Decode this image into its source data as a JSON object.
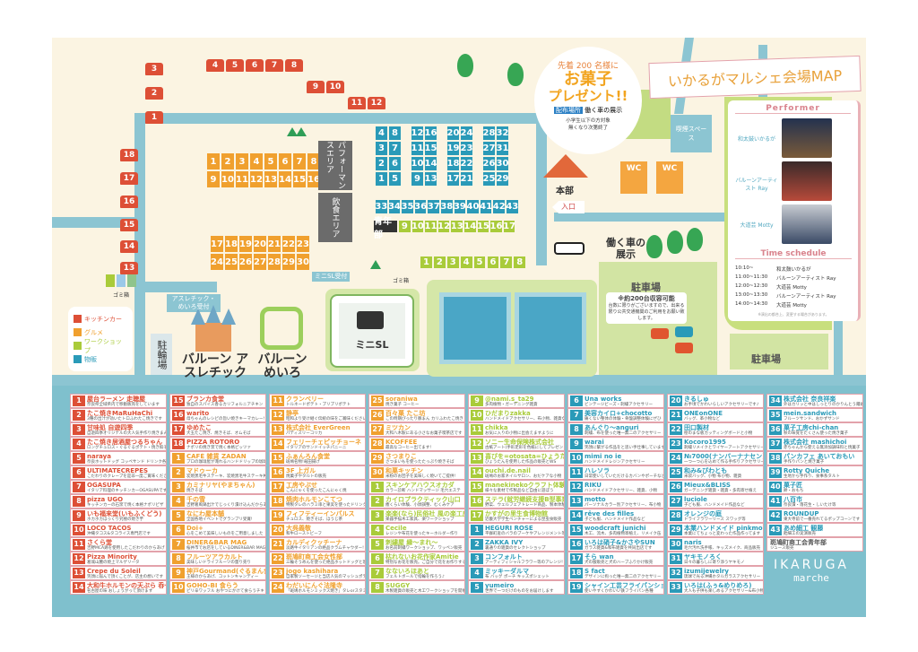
{
  "colors": {
    "kitchen": "#dd4f36",
    "gourmet": "#f0a02e",
    "workshop": "#a9cb3a",
    "goods": "#2a9ab8"
  },
  "title": "いかるがマルシェ会場MAP",
  "promo": {
    "line1": "先着 200 名様に",
    "line2": "お菓子",
    "line3": "プレゼント!!",
    "place_label": "配布場所",
    "place": "働く車の展示",
    "note1": "小学生以下の方対象",
    "note2": "無くなり次第終了"
  },
  "smoking": "喫煙スペース",
  "hq": "本部",
  "wc": [
    "WC",
    "WC"
  ],
  "entrance": "入口",
  "work_car": "働く車の展示",
  "parking": {
    "label": "駐車場",
    "capacity": "※約200台収容可能",
    "note": "台数に限りがございますので、出来る限り公共交通機関のご利用をお願い致します。",
    "label2": "駐車場"
  },
  "areas": {
    "performance": "パフォーマンスエリア",
    "food": "飲食エリア",
    "youth": "青年部",
    "minisl_reception": "ミニSL受付",
    "athletic_reception": "アスレチック・めいろ受付",
    "trash": "ゴミ箱",
    "trash2": "ゴミ箱",
    "bike": "駐輪場",
    "athletic": "バルーン アスレチック",
    "maze": "バルーン めいろ",
    "minisl": "ミニSL"
  },
  "legend": [
    "キッチンカー",
    "グルメ",
    "ワークショップ",
    "物販"
  ],
  "kitchen_trucks": [
    "1",
    "2",
    "3",
    "4",
    "5",
    "6",
    "7",
    "8",
    "9",
    "10",
    "11",
    "12",
    "13",
    "14",
    "15",
    "16",
    "17",
    "18"
  ],
  "gourmet_top": [
    "1",
    "2",
    "3",
    "4",
    "5",
    "6",
    "7",
    "8",
    "9",
    "10",
    "11",
    "12",
    "13",
    "14",
    "15",
    "16"
  ],
  "gourmet_bottom": [
    "17",
    "18",
    "19",
    "20",
    "21",
    "22",
    "23",
    "24",
    "25",
    "26",
    "27",
    "28",
    "29",
    "30"
  ],
  "goods_grid": [
    [
      "4",
      "8",
      "12",
      "16",
      "20",
      "24",
      "28",
      "32"
    ],
    [
      "3",
      "7",
      "11",
      "15",
      "19",
      "23",
      "27",
      "31"
    ],
    [
      "2",
      "6",
      "10",
      "14",
      "18",
      "22",
      "26",
      "30"
    ],
    [
      "1",
      "5",
      "9",
      "13",
      "17",
      "21",
      "25",
      "29"
    ]
  ],
  "goods_row": [
    "33",
    "34",
    "35",
    "36",
    "37",
    "38",
    "39",
    "40",
    "41",
    "42",
    "43"
  ],
  "workshop_row1": [
    "9",
    "10",
    "11",
    "12",
    "13",
    "14",
    "15",
    "16",
    "17"
  ],
  "workshop_row2": [
    "1",
    "2",
    "3",
    "4",
    "5",
    "6",
    "7",
    "8"
  ],
  "performer": {
    "title": "Performer",
    "items": [
      "和太鼓いかるが",
      "バルーンアーティスト Ray",
      "大道芸 Motty"
    ],
    "schedule_title": "Time schedule",
    "schedule": [
      [
        "10:10~",
        "和太鼓いかるが"
      ],
      [
        "11:00~11:30",
        "バルーンアーティスト Ray"
      ],
      [
        "12:00~12:30",
        "大道芸 Motty"
      ],
      [
        "13:00~13:30",
        "バルーンアーティスト Ray"
      ],
      [
        "14:00~14:30",
        "大道芸 Motty"
      ]
    ],
    "footnote": "※演出の都合上、変更する場合があります。"
  },
  "logo": {
    "name": "IKARUGA",
    "sub": "marche"
  },
  "vendors": [
    [
      [
        "k",
        "1",
        "屋台ラーメン 走聴屋",
        "奈良県全域県内で移動販売をしています"
      ],
      [
        "k",
        "2",
        "たこ焼きMaRuHaChi",
        "3種の出汁が効いたトロふわたこ焼きです"
      ],
      [
        "k",
        "3",
        "甘味処 自遊四季",
        "自遊四季オリジナルの大人気手作り焼きまん"
      ],
      [
        "k",
        "4",
        "たこ焼き居酒屋つるちゃん",
        "ロングチュロス・ぐるぐるポテト・焼き餃子等"
      ],
      [
        "k",
        "5",
        "naraya",
        "奈良ホットドッグ コッペサンド ドリンク各種"
      ],
      [
        "k",
        "6",
        "ULTIMATECREPES",
        "こだわりのクレープを是非一度ご賞味ください"
      ],
      [
        "k",
        "7",
        "OGASUPA",
        "イタリア料理のキッチンカーOGASUPAです"
      ],
      [
        "k",
        "8",
        "pizza UGO",
        "キッチンカーの石窯で焼く本格ナポリピザ"
      ],
      [
        "k",
        "9",
        "いも福来堂(いもふくどう)",
        "ホカホカほっくり究極の焼き芋"
      ],
      [
        "k",
        "10",
        "LOCO TACOS",
        "沖縄タコス&タコライス専門店です"
      ],
      [
        "k",
        "11",
        "さくら堂",
        "吉野MCA鶏を使用したこだわりのからあげ"
      ],
      [
        "k",
        "12",
        "Pizza Minority",
        "葛城山麓の焼上マルゲリータ"
      ],
      [
        "k",
        "13",
        "Crepe du Soleil",
        "笑顔に届んで頂くことが、店主の想いです"
      ],
      [
        "k",
        "14",
        "大和牛ホルモンの天ぷら 呑一",
        "名古屋の味 おしょうがって頂けます"
      ]
    ],
    [
      [
        "k",
        "15",
        "ブランカ食堂",
        "独自のスパイス香るカリフォルニアチキン"
      ],
      [
        "k",
        "16",
        "warito",
        "母ちゃんのレシピの旨い焼きキーマカレー!"
      ],
      [
        "k",
        "17",
        "ゆめたこ",
        "大玉たこ焼き、焼きそば、オムそば"
      ],
      [
        "k",
        "18",
        "PIZZA ROTORO",
        "ナポリの焼き窯で焼く本格ピッツァ"
      ],
      [
        "g",
        "1",
        "CAFÉ 雑貨 ZADAN",
        "プロの珈琲屋が淹れるハンドドリップの珈琲"
      ],
      [
        "g",
        "2",
        "マドゥーカ",
        "炭焼黒毛牛ステーキ、炭焼黒毛牛ステーキ丼"
      ],
      [
        "g",
        "3",
        "カミナリヤ(やまちゃん)",
        "焼きそば"
      ],
      [
        "g",
        "4",
        "千の雪",
        "吉野葛風鍋出汁でじっくり漬け込んだからあげ"
      ],
      [
        "g",
        "5",
        "なにわ屋本舗",
        "全国各地イベントでグランプリ受賞!"
      ],
      [
        "g",
        "6",
        "Doi+",
        "心をこめて美味しいものをご用意しました"
      ],
      [
        "g",
        "7",
        "DINER&BAR MAG",
        "桜井市でお店をしているDINER&BAR MAGです"
      ],
      [
        "g",
        "8",
        "フルーツアラカルト",
        "美味しいドライフルーツの量り売り"
      ],
      [
        "g",
        "9",
        "神戸Gourmand(ぐるまん食堂)",
        "王様のからあげ、コットンキャンディー"
      ],
      [
        "g",
        "10",
        "GOHO-BI 食らう",
        "ピリ辛ワッフル おやつにかけて食らうチキ"
      ]
    ],
    [
      [
        "g",
        "11",
        "クランベリー",
        "トルネードポテト・プリプリポテト"
      ],
      [
        "g",
        "12",
        "静亭",
        "昭和より受け継ぐ伝統の味をご賞味ください"
      ],
      [
        "g",
        "13",
        "株式会社 EverGreen",
        "パティスリーコリカ"
      ],
      [
        "g",
        "14",
        "フェリーチェピッチョーネ",
        "イタリアのサンドイッチパニーニ"
      ],
      [
        "g",
        "15",
        "ふぁんろん食堂",
        "斑鳩名物!竜田揚げ"
      ],
      [
        "g",
        "16",
        "3F 上ガル",
        "焼菓子やタルトの販売"
      ],
      [
        "g",
        "17",
        "工房やぶせ",
        "こんにゃくを使ったこんにゃく焼"
      ],
      [
        "g",
        "18",
        "焼肉ホルモンこてつ",
        "特製タレのハラミ串と果実を使ったドリンク"
      ],
      [
        "g",
        "19",
        "フィフティーインパルス",
        "チュロス、焼きそば、ほうじ茶"
      ],
      [
        "g",
        "20",
        "大呉義敬",
        "和牛ローストビーフ"
      ],
      [
        "g",
        "21",
        "カルディクッチーナ",
        "淡路牛イタリアンの絶品クラムチャウダー!"
      ],
      [
        "g",
        "22",
        "斑鳩町商工会女性部",
        "三輪そうめんを使った絶品ホットドッグと珈琲"
      ],
      [
        "g",
        "23",
        "jogo kashihara",
        "自家製ソーセージと当店人気のマッシュポテト"
      ],
      [
        "g",
        "24",
        "わだいにんぐ法隆寺",
        "「斑鳩ホルモンミックス焼き」タレorスタミナ焼き"
      ]
    ],
    [
      [
        "g",
        "25",
        "soraniwa",
        "焼き菓子 コーヒー"
      ],
      [
        "g",
        "26",
        "百々菓 たこ坊",
        "この時期ぴったり豚まん カリふわたこ焼き"
      ],
      [
        "g",
        "27",
        "ミツカン",
        "大和八木駅にある小さなお菓子喫茶店です"
      ],
      [
        "g",
        "28",
        "KCOFFEE",
        "最高なコーヒー出てます!"
      ],
      [
        "g",
        "29",
        "さつまりこ",
        "さつまいもを使ったたっぷり焼きそば"
      ],
      [
        "g",
        "30",
        "和菓キッチン",
        "米粉のお団子を美味しく焼いてご提供!"
      ],
      [
        "w",
        "1",
        "スキンケアハウスオカダ",
        "カラー診断 ハンドマッサージ 毛穴エステ"
      ],
      [
        "w",
        "2",
        "カイロプラクティック山口",
        "癒くらい体験、小顔調整、むくみケア"
      ],
      [
        "w",
        "3",
        "楽楽(なら)民俗社 風の楽工房",
        "楽器手描木工家具、楽ワークショップ"
      ],
      [
        "w",
        "4",
        "Cecile",
        "レジンや布花を使ったキーホルダー作り"
      ],
      [
        "w",
        "5",
        "刺繍屋 縁〜まれ〜",
        "お名前刺繍ワークショップ、ワッペン販売"
      ],
      [
        "w",
        "6",
        "枯れないお花作家Amitie",
        "特別なお花を販売。ご自分で花をお作りするよ"
      ],
      [
        "w",
        "7",
        "なないろほあと",
        "フェルトボールで指輪を作ろう♪"
      ],
      [
        "w",
        "8",
        "SUGGY",
        "木製雑貨の販売と木工ワークショップを開催"
      ]
    ],
    [
      [
        "w",
        "9",
        "@nami.s_ta29",
        "多肉植物・ガーデニング雑貨"
      ],
      [
        "w",
        "10",
        "ひだまりzakka",
        "ハンドメイドアクセサリー、布小物、雑貨など"
      ],
      [
        "w",
        "11",
        "chikka",
        "お気に入りの小物に出会えますように"
      ],
      [
        "w",
        "12",
        "ソニー生命保険株式会社",
        "古紙アート(手形足形を色紙にしてプレゼント)"
      ],
      [
        "w",
        "13",
        "喜びを=otosata=ひょうたん工房",
        "ひょうたんを使用した作品の販売とWS"
      ],
      [
        "w",
        "14",
        "ouchi.de.nail",
        "斑鳩のお家ネイルサロン、おだケアな小物"
      ],
      [
        "w",
        "15",
        "manekinekoクラフト体験教室",
        "様々な素材で作製品など自由に遊ぼう"
      ],
      [
        "w",
        "16",
        "ステラ(就労継続支援B型事業所)",
        "野菜、ウェルフェアトレード商品、製本体験"
      ],
      [
        "w",
        "17",
        "かすがの里生食博物館",
        "近畿大学学生ベンチャーによる昆虫食販売"
      ],
      [
        "t",
        "1",
        "HEGURI ROSE",
        "平群町産のバラのブーケやアレンジメント等"
      ],
      [
        "t",
        "2",
        "ZAKKA IVY",
        "裏通りの雑貨のセレクトショップ"
      ],
      [
        "t",
        "3",
        "コンフォルト",
        "アーティフィシャルフラワー等のアレンジ!"
      ],
      [
        "t",
        "4",
        "ミッキーダルマ",
        "布 バッグ ポーチ キッズポシェット"
      ],
      [
        "t",
        "5",
        "yumeiro",
        "世界で一つだけのものをお届けします"
      ]
    ],
    [
      [
        "t",
        "6",
        "Una works",
        "ビンテージビーズ・刺繍アクセサリー"
      ],
      [
        "t",
        "7",
        "美容カイロ+chocotto",
        "痛くない整体の体験・骨盤調整体験にぜひ"
      ],
      [
        "t",
        "8",
        "あんぐり〜anguri",
        "刺繍、布を使った唯一無二のアクセサリー"
      ],
      [
        "t",
        "9",
        "warai",
        "笑顔に繋がる作品をと思い手仕事しています"
      ],
      [
        "t",
        "10",
        "mimi no ie",
        "ハンドメイドレジンアクセサリー"
      ],
      [
        "t",
        "11",
        "ハレソラ",
        "日常使いしていただけるカバンやポーチなど"
      ],
      [
        "t",
        "12",
        "RIKU",
        "ハンドメイドアクセサリー、雑貨、小物"
      ],
      [
        "t",
        "13",
        "motto",
        "パーソナルカラー別アクセサリー、布小物"
      ],
      [
        "t",
        "14",
        "rêve des filles",
        "子ども服、ハンドメイド作品など"
      ],
      [
        "t",
        "15",
        "woodcraft junichi",
        "木工、流木、多肉植物寄植え、リメイク缶"
      ],
      [
        "t",
        "16",
        "いろは硝子&かさやSUN",
        "ガラス雑貨&和布雑貨を共同出店です"
      ],
      [
        "t",
        "17",
        "そら wan",
        "犬の服販売と犬のハーブふりかけ販売"
      ],
      [
        "t",
        "18",
        "S fact",
        "デザインに拘った唯一無二のアクセサリー"
      ],
      [
        "t",
        "19",
        "シャイン工芸フライパンショップ",
        "使いやすくかわいい鉄フライパン各種"
      ]
    ],
    [
      [
        "t",
        "20",
        "きるしゅ",
        "お手頃でかわいらしいアクセサリーです♪"
      ],
      [
        "t",
        "21",
        "ONEonONE",
        "バッグ、革小物など"
      ],
      [
        "t",
        "22",
        "田口製材",
        "桧のまな板カッティングボードと小物"
      ],
      [
        "t",
        "23",
        "Kocoro1995",
        "刺繍リメイクとワイヤーアートアクセサリー"
      ],
      [
        "t",
        "24",
        "№7000(ナンバーナナセン)",
        "一つ一つ心を込めて作る手作りアクセサリー"
      ],
      [
        "t",
        "25",
        "和み&びわとも",
        "米袋バッグ、小物 布小物、雑貨"
      ],
      [
        "t",
        "26",
        "Mieux&BLISS",
        "ガーデニング雑貨・雑貨・多肉寄せ植え"
      ],
      [
        "t",
        "27",
        "luciole",
        "子ども服、ハンドメイド作品など"
      ],
      [
        "t",
        "28",
        "オレンジの庭",
        "ドライフラワーリース スワッグ等"
      ],
      [
        "t",
        "29",
        "本業ハンドメイド pinkmoon",
        "本業にてちょっと変わった作品作ってます"
      ],
      [
        "t",
        "30",
        "naris",
        "毛穴汚れ洗手帳、キッズメイク、商品販売"
      ],
      [
        "t",
        "31",
        "ヤキモノろく",
        "日々の暮らしに寄り添うヤキモノ"
      ],
      [
        "t",
        "32",
        "izumijewelry",
        "琉球で光る沖縄ホタルガラスアクセサリー"
      ],
      [
        "t",
        "33",
        "いろは(ふぅ&めりめろ)",
        "大人も子供も楽しめるアクセサリー&布小物"
      ]
    ],
    [
      [
        "t",
        "34",
        "株式会社 奈良祥楽",
        "外はカリッと中はしっとりのかりんとう饅頭"
      ],
      [
        "t",
        "35",
        "mein.sandwich",
        "フルーツサンド、おかずサンド"
      ],
      [
        "t",
        "36",
        "菓子工房chi-chan",
        "秋の味覚をたくさん使った焼き菓子"
      ],
      [
        "t",
        "37",
        "株式会社 mashichoi",
        "赤ちゃんから使える無添加調味料と焼菓子"
      ],
      [
        "t",
        "38",
        "パンカフェ あいておもい",
        "手作りパンと焼き菓子"
      ],
      [
        "t",
        "39",
        "Rotty Quiche",
        "生地から手作り、食事系タルト"
      ],
      [
        "t",
        "40",
        "菓子匠",
        "餅・おもち"
      ],
      [
        "t",
        "41",
        "八百市",
        "奈良漬・落花生・しいたけ等"
      ],
      [
        "t",
        "42",
        "ROUNDUP",
        "東大寺前で一番売れてるポップコーンです"
      ],
      [
        "t",
        "43",
        "あめ細工 観藤",
        "飴細工の実演販売"
      ],
      [
        "x",
        "",
        "斑鳩町商工会青年部",
        "ジュース販売"
      ]
    ]
  ]
}
